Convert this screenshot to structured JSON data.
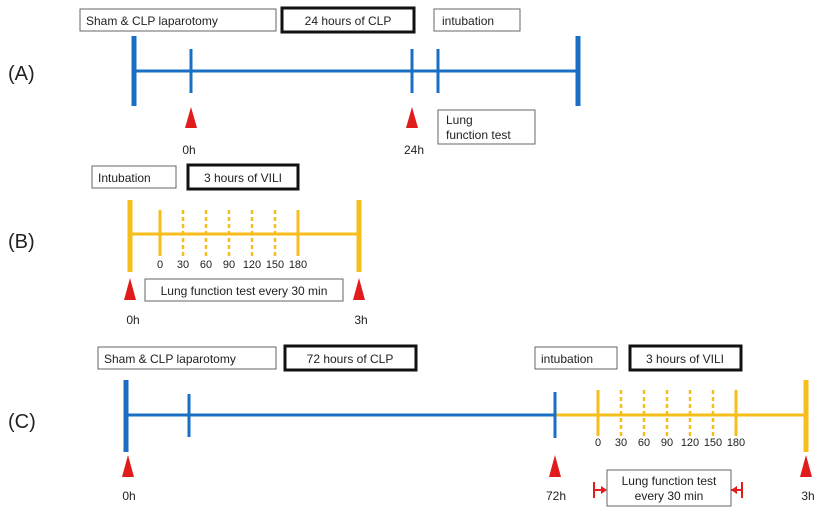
{
  "colors": {
    "blue": "#1a6fc4",
    "gold": "#f5be1b",
    "red": "#e01c1c",
    "text": "#222222",
    "box_border": "#666666"
  },
  "panels": [
    {
      "label": "(A)",
      "boxes": {
        "laparotomy": "Sham & CLP laparotomy",
        "clp": "24 hours of CLP",
        "intubation": "intubation",
        "lung_test": [
          "Lung",
          "function test"
        ]
      },
      "time_labels": [
        "0h",
        "24h"
      ]
    },
    {
      "label": "(B)",
      "boxes": {
        "intubation": "Intubation",
        "vili": "3 hours of VILI",
        "lung_test": "Lung function test every 30 min"
      },
      "ticks": [
        "0",
        "30",
        "60",
        "90",
        "120",
        "150",
        "180"
      ],
      "time_labels": [
        "0h",
        "3h"
      ]
    },
    {
      "label": "(C)",
      "boxes": {
        "laparotomy": "Sham & CLP laparotomy",
        "clp": "72 hours of CLP",
        "intubation": "intubation",
        "vili": "3 hours of VILI",
        "lung_test": [
          "Lung function test",
          "every 30 min"
        ]
      },
      "ticks": [
        "0",
        "30",
        "60",
        "90",
        "120",
        "150",
        "180"
      ],
      "time_labels": [
        "0h",
        "72h",
        "3h"
      ]
    }
  ]
}
